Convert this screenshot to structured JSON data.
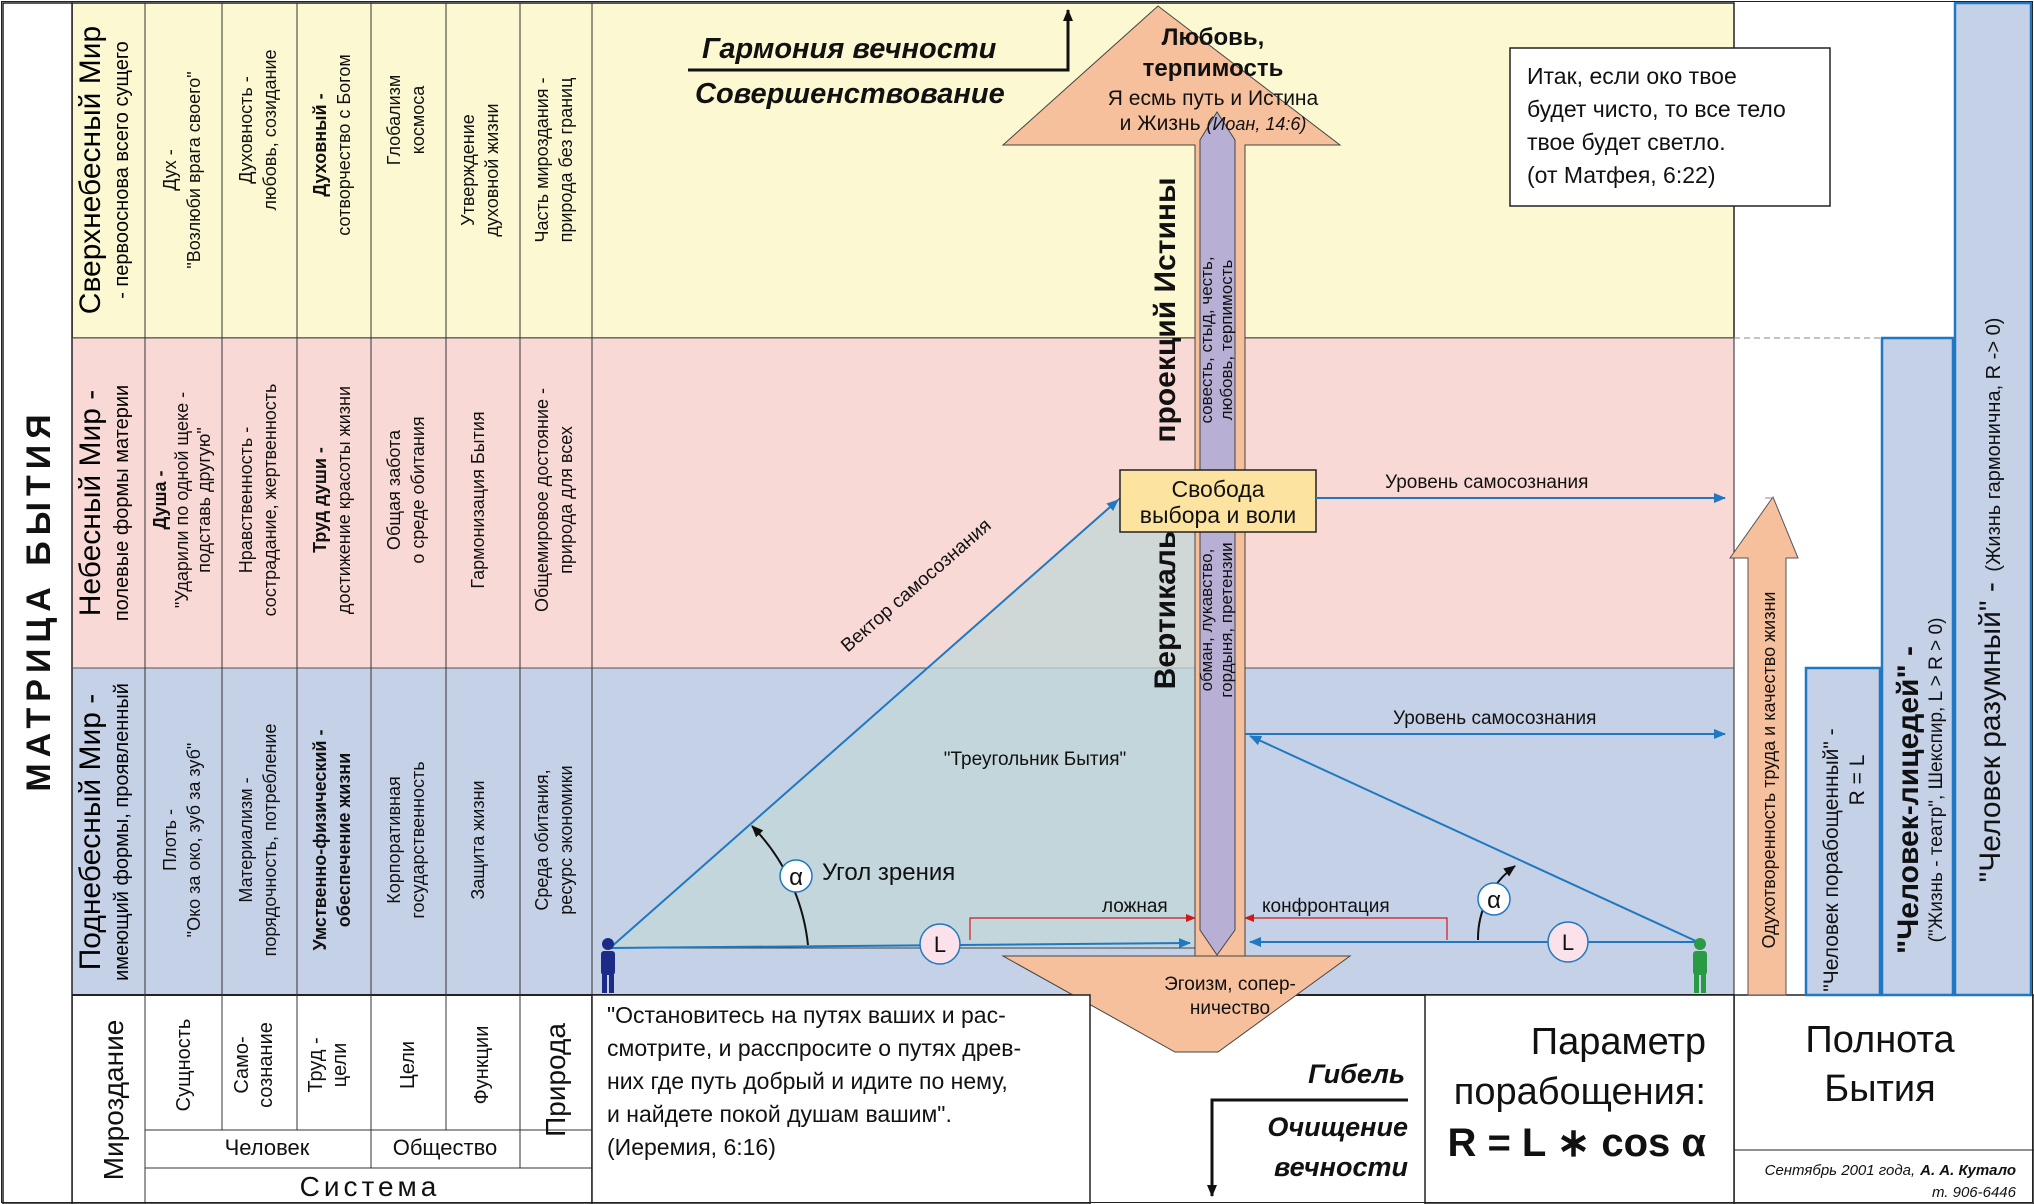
{
  "colors": {
    "top_band": "#fbf8d2",
    "mid_band": "#f9d9d5",
    "low_band": "#c5d1e6",
    "line_blue": "#1f78c1",
    "arrow_peach": "#f7c09d",
    "box_yellow": "#fde3a0",
    "vertical_shaft": "#b7b0d4",
    "triangle_fill": "#c2d7d7",
    "figure_blue": "#1c2a88",
    "figure_green": "#2b9a45"
  },
  "icons": [
    "person-blue-icon",
    "person-green-icon",
    "arrow-up-icon",
    "arrow-down-icon"
  ],
  "main_title": "МАТРИЦА   БЫТИЯ",
  "worlds": {
    "top": {
      "title": "Сверхнебесный Мир",
      "subtitle": "- первооснова всего сущего"
    },
    "mid": {
      "title": "Небесный Мир -",
      "subtitle": "полевые формы материи"
    },
    "low": {
      "title": "Поднебесный Мир -",
      "subtitle": "имеющий формы, проявленный"
    }
  },
  "columns": {
    "top": [
      [
        "Дух -",
        "\"Возлюби врага своего\""
      ],
      [
        "Духовность -",
        "любовь, созидание"
      ],
      [
        "Духовный -",
        "сотворчество с Богом"
      ],
      [
        "Глобализм",
        "космоса"
      ],
      [
        "Утверждение",
        "духовной жизни"
      ],
      [
        "Часть мироздания -",
        "природа без границ"
      ]
    ],
    "mid": [
      [
        "Душа -",
        "\"Ударили по одной щеке -",
        "подставь другую\""
      ],
      [
        "Нравственность -",
        "сострадание, жертвенность"
      ],
      [
        "Труд души -",
        "достижение красоты жизни"
      ],
      [
        "Общая забота",
        "о среде обитания"
      ],
      [
        "Гармонизация Бытия"
      ],
      [
        "Общемировое достояние -",
        "природа для всех"
      ]
    ],
    "low": [
      [
        "Плоть -",
        "\"Око за око, зуб за зуб\""
      ],
      [
        "Материализм -",
        "порядочность, потребление"
      ],
      [
        "Умственно-физический -",
        "обеспечение жизни"
      ],
      [
        "Корпоративная",
        "государственность"
      ],
      [
        "Защита жизни"
      ],
      [
        "Среда обитания,",
        "ресурс экономики"
      ]
    ]
  },
  "bottom_headers": {
    "mirozdanie": "Мироздание",
    "suschnost": "Сущность",
    "samosoznanie": [
      "Само-",
      "сознание"
    ],
    "trud": [
      "Труд -",
      "цели"
    ],
    "celi": "Цели",
    "funkcii": "Функции",
    "priroda": "Природа",
    "chelovek": "Человек",
    "obschestvo": "Общество",
    "sistema": "Система"
  },
  "top_text": {
    "line1": "Гармония вечности",
    "line2": "Совершенствование"
  },
  "up_arrow": {
    "title1": "Любовь,",
    "title2": "терпимость",
    "text1": "Я есмь путь и Истина",
    "text2": "и Жизнь",
    "ref": "(Иоан, 14:6)"
  },
  "quote_top": [
    "Итак, если око твое",
    "будет чисто, то все тело",
    "твое будет светло.",
    "(от Матфея, 6:22)"
  ],
  "vertical": {
    "label_projection": "проекций Истины",
    "label_vertical": "Вертикаль",
    "upper_text1": "совесть, стыд, честь,",
    "upper_text2": "любовь, терпимость",
    "lower_text1": "обман, лукавство,",
    "lower_text2": "гордыня, претензии"
  },
  "freedom_box": [
    "Свобода",
    "выбора и воли"
  ],
  "levels": {
    "upper": "Уровень самосознания",
    "lower": "Уровень самосознания"
  },
  "triangle": {
    "vector_label": "Вектор самосознания",
    "name": "\"Треугольник Бытия\"",
    "angle_label": "Угол зрения"
  },
  "symbols": {
    "alpha": "α",
    "L": "L"
  },
  "labels_lines": {
    "false": "ложная",
    "confrontation": "конфронтация"
  },
  "down_arrow": {
    "line1": "Эгоизм, сопер-",
    "line2": "ничество"
  },
  "quote_bottom": [
    "\"Остановитесь на путях ваших и рас-",
    "смотрите, и расспросите о путях древ-",
    "них где путь добрый и идите по нему,",
    "и найдете покой душам вашим\".",
    "(Иеремия, 6:16)"
  ],
  "bottom_right_text": {
    "line1": "Гибель",
    "line2": "Очищение",
    "line3": "вечности"
  },
  "parameter": {
    "line1": "Параметр",
    "line2": "порабощения:",
    "formula": "R = L ∗ cos α"
  },
  "fullness": {
    "line1": "Полнота",
    "line2": "Бытия"
  },
  "right_bars": {
    "bar1": "Одухотворенность труда и качество жизни",
    "bar2a": "\"Человек порабощенный\" -",
    "bar2b": "R = L",
    "bar3a": "\"Человек-лицедей\" -",
    "bar3b": "(\"Жизнь - театр\", Шекспир, L > R > 0)",
    "bar4a": "\"Человек разумный\" -",
    "bar4b": "(Жизнь гармонична, R -> 0)"
  },
  "credit": {
    "line1": "Сентябрь 2001 года,",
    "author": "А. А. Кутало",
    "line2": "т. 906-6446"
  }
}
